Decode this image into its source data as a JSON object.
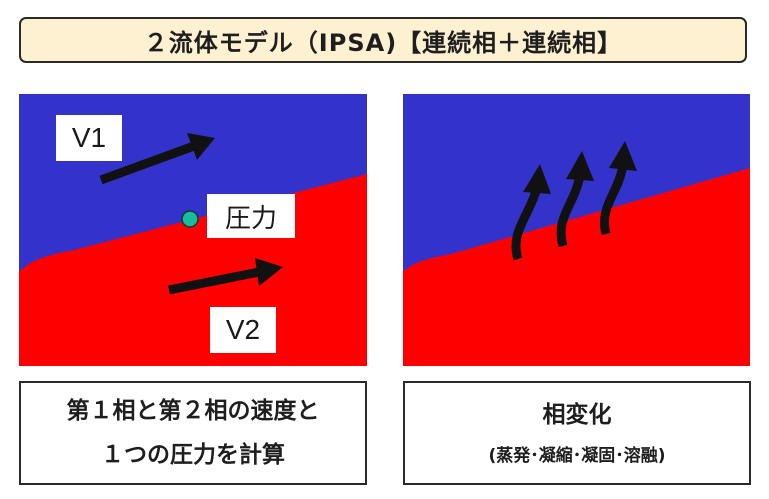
{
  "title": "２流体モデル（IPSA)【連続相＋連続相】",
  "colors": {
    "upper_phase": "#3333cc",
    "lower_phase": "#ff0000",
    "pressure_point": "#1abc9c",
    "title_bg": "#fdf1d2",
    "arrow": "#111111"
  },
  "left_panel": {
    "velocity_label_1": "V1",
    "pressure_label": "圧力",
    "velocity_label_2": "V2"
  },
  "captions": {
    "left_line1": "第１相と第２相の速度と",
    "left_line2": "１つの圧力を計算",
    "right_line1": "相変化",
    "right_line2": "(蒸発･凝縮･凝固･溶融)"
  }
}
